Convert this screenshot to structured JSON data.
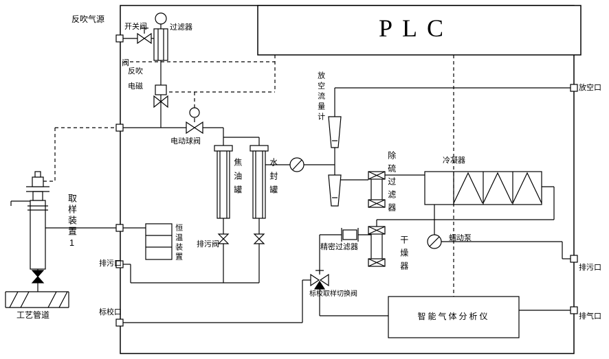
{
  "diagram": {
    "plc_title": "PLC",
    "backflush_gas_source": "反吹气源",
    "switch_valve": "开关阀",
    "filter": "过滤器",
    "valve_char": "阀",
    "backflush_row1": "反吹",
    "backflush_row2": "电磁",
    "electric_ball_valve": "电动球阀",
    "tar_tank": "焦油罐",
    "water_seal_tank": "水封罐",
    "thermostat_unit": "恒温装置",
    "drain_valve": "排污阀",
    "sampling_device": "取样装置1",
    "process_pipeline": "工艺管道",
    "vent_flowmeter": "放空流量计",
    "desulfurization_filter": "除硫过滤器",
    "condenser": "冷凝器",
    "precision_filter": "精密过滤器",
    "dryer": "干燥器",
    "peristaltic_pump": "蠕动泵",
    "calibration_switch_valve": "标校取样切换阀",
    "gas_analyzer": "智能气体分析仪",
    "ports": {
      "drain_left": "排污口",
      "calibration": "标校口",
      "vent": "放空口",
      "drain_right": "排污口",
      "exhaust": "排气口"
    },
    "colors": {
      "line": "#000000",
      "background": "#ffffff"
    }
  }
}
